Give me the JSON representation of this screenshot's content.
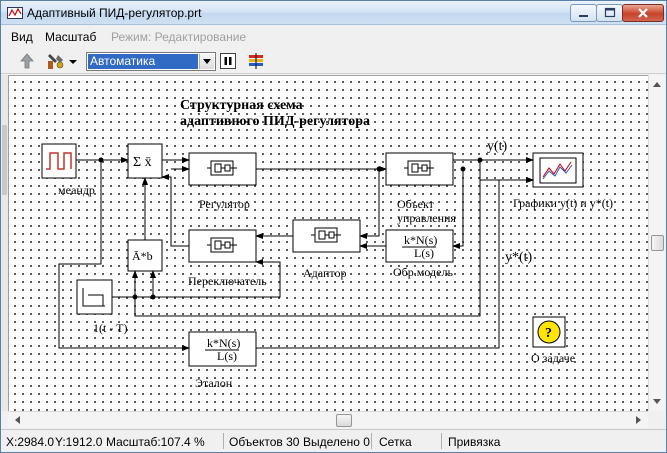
{
  "window": {
    "title": "Адаптивный ПИД-регулятор.prt"
  },
  "menu": {
    "view": "Вид",
    "scale": "Масштаб",
    "mode": "Режим: Редактирование"
  },
  "toolbar": {
    "mode_select": "Автоматика"
  },
  "diagram": {
    "title_line1": "Структурная схема",
    "title_line2": "адаптивного ПИД-регулятора",
    "meander": "меандр",
    "sum_symbol": "Σ x̄",
    "regulator": "Регулятор",
    "object_line1": "Объект",
    "object_line2": "управления",
    "graphs": "Графики y(t) и y*(t)",
    "y_signal": "y(t)",
    "ystar_signal": "y*(t)",
    "matrix_symbol": "Ā*b",
    "switcher": "Переключатель",
    "adapter": "Адаптор",
    "inverse_model": "Обр.модель",
    "step": "1(t - T)",
    "reference": "Эталон",
    "tf_num": "k*N(s)",
    "tf_den": "L(s)",
    "about": "О задаче",
    "question_mark": "?"
  },
  "status": {
    "x": "X:2984.0",
    "y": "Y:1912.0",
    "zoom": "Масштаб:107.4 %",
    "objects": "Объектов 30",
    "selected": "Выделено 0",
    "grid": "Сетка",
    "snap": "Привязка"
  }
}
